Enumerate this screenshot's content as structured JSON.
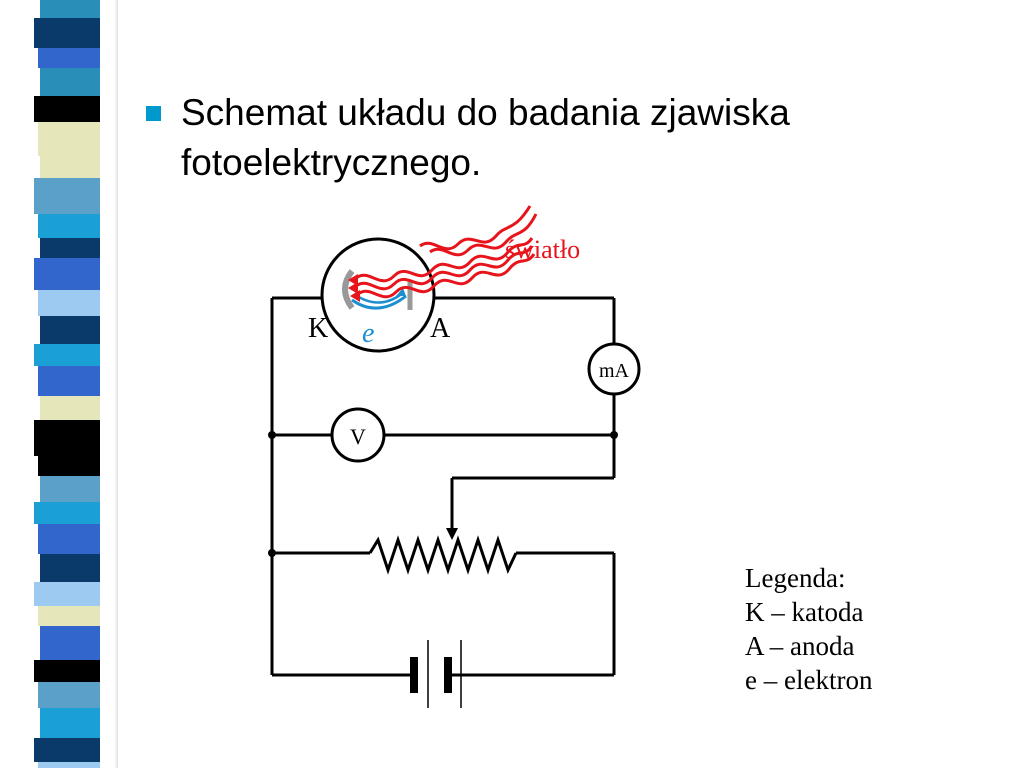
{
  "slide": {
    "bullet_text": "Schemat układu do badania zjawiska fotoelektrycznego."
  },
  "diagram": {
    "light_label": "światło",
    "cathode_label": "K",
    "anode_label": "A",
    "electron_label": "e",
    "ammeter_label": "mA",
    "voltmeter_label": "V"
  },
  "legend": {
    "title": "Legenda:",
    "items": [
      "K – katoda",
      "A – anoda",
      "e – elektron"
    ]
  },
  "colors": {
    "bullet": "#0099cc",
    "light_waves": "#e8141c",
    "electron": "#1c8fd0",
    "stripe_palette": [
      "#2a8fb8",
      "#0a3a6a",
      "#3366cc",
      "#000000",
      "#e6e6bb",
      "#5aa0c8",
      "#1aa0d4",
      "#9ccaf0"
    ]
  }
}
